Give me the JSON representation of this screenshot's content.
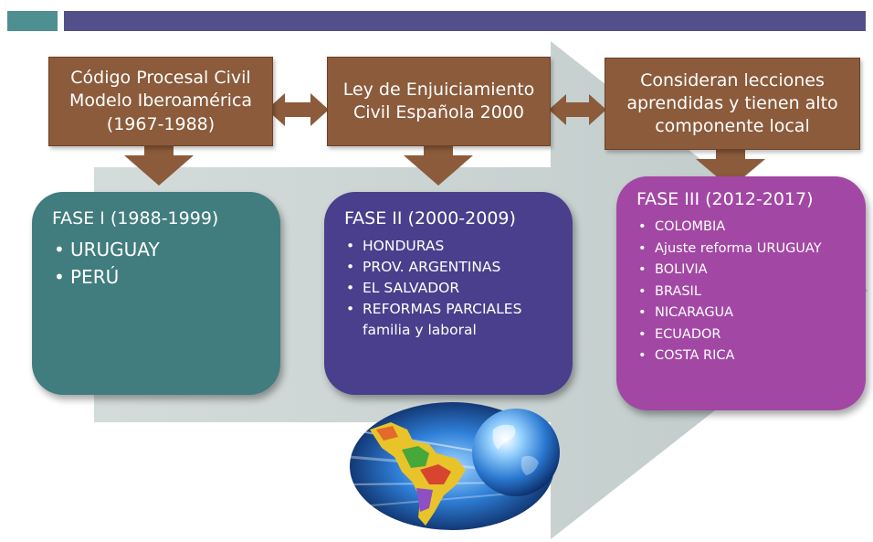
{
  "headers": [
    {
      "text": "Código Procesal Civil\nModelo Iberoamérica\n(1967-1988)"
    },
    {
      "text": "Ley de Enjuiciamiento\nCivil Española 2000"
    },
    {
      "text": "Consideran lecciones\naprendidas y tienen alto\ncomponente local"
    }
  ],
  "phases": [
    {
      "title": "FASE I (1988-1999)",
      "items": [
        "URUGUAY",
        "PERÚ"
      ]
    },
    {
      "title": "FASE II (2000-2009)",
      "items": [
        "HONDURAS",
        "PROV. ARGENTINAS",
        "EL SALVADOR",
        "REFORMAS PARCIALES familia y laboral"
      ]
    },
    {
      "title": "FASE III (2012-2017)",
      "items": [
        "COLOMBIA",
        "Ajuste reforma URUGUAY",
        "BOLIVIA",
        "BRASIL",
        "NICARAGUA",
        "ECUADOR",
        "COSTA RICA"
      ]
    }
  ],
  "colors": {
    "header_brown": "#8b5b3b",
    "phase1": "#417d7e",
    "phase2": "#4a3f8c",
    "phase3": "#a248a4",
    "background_arrow": "#c9d3d2"
  }
}
